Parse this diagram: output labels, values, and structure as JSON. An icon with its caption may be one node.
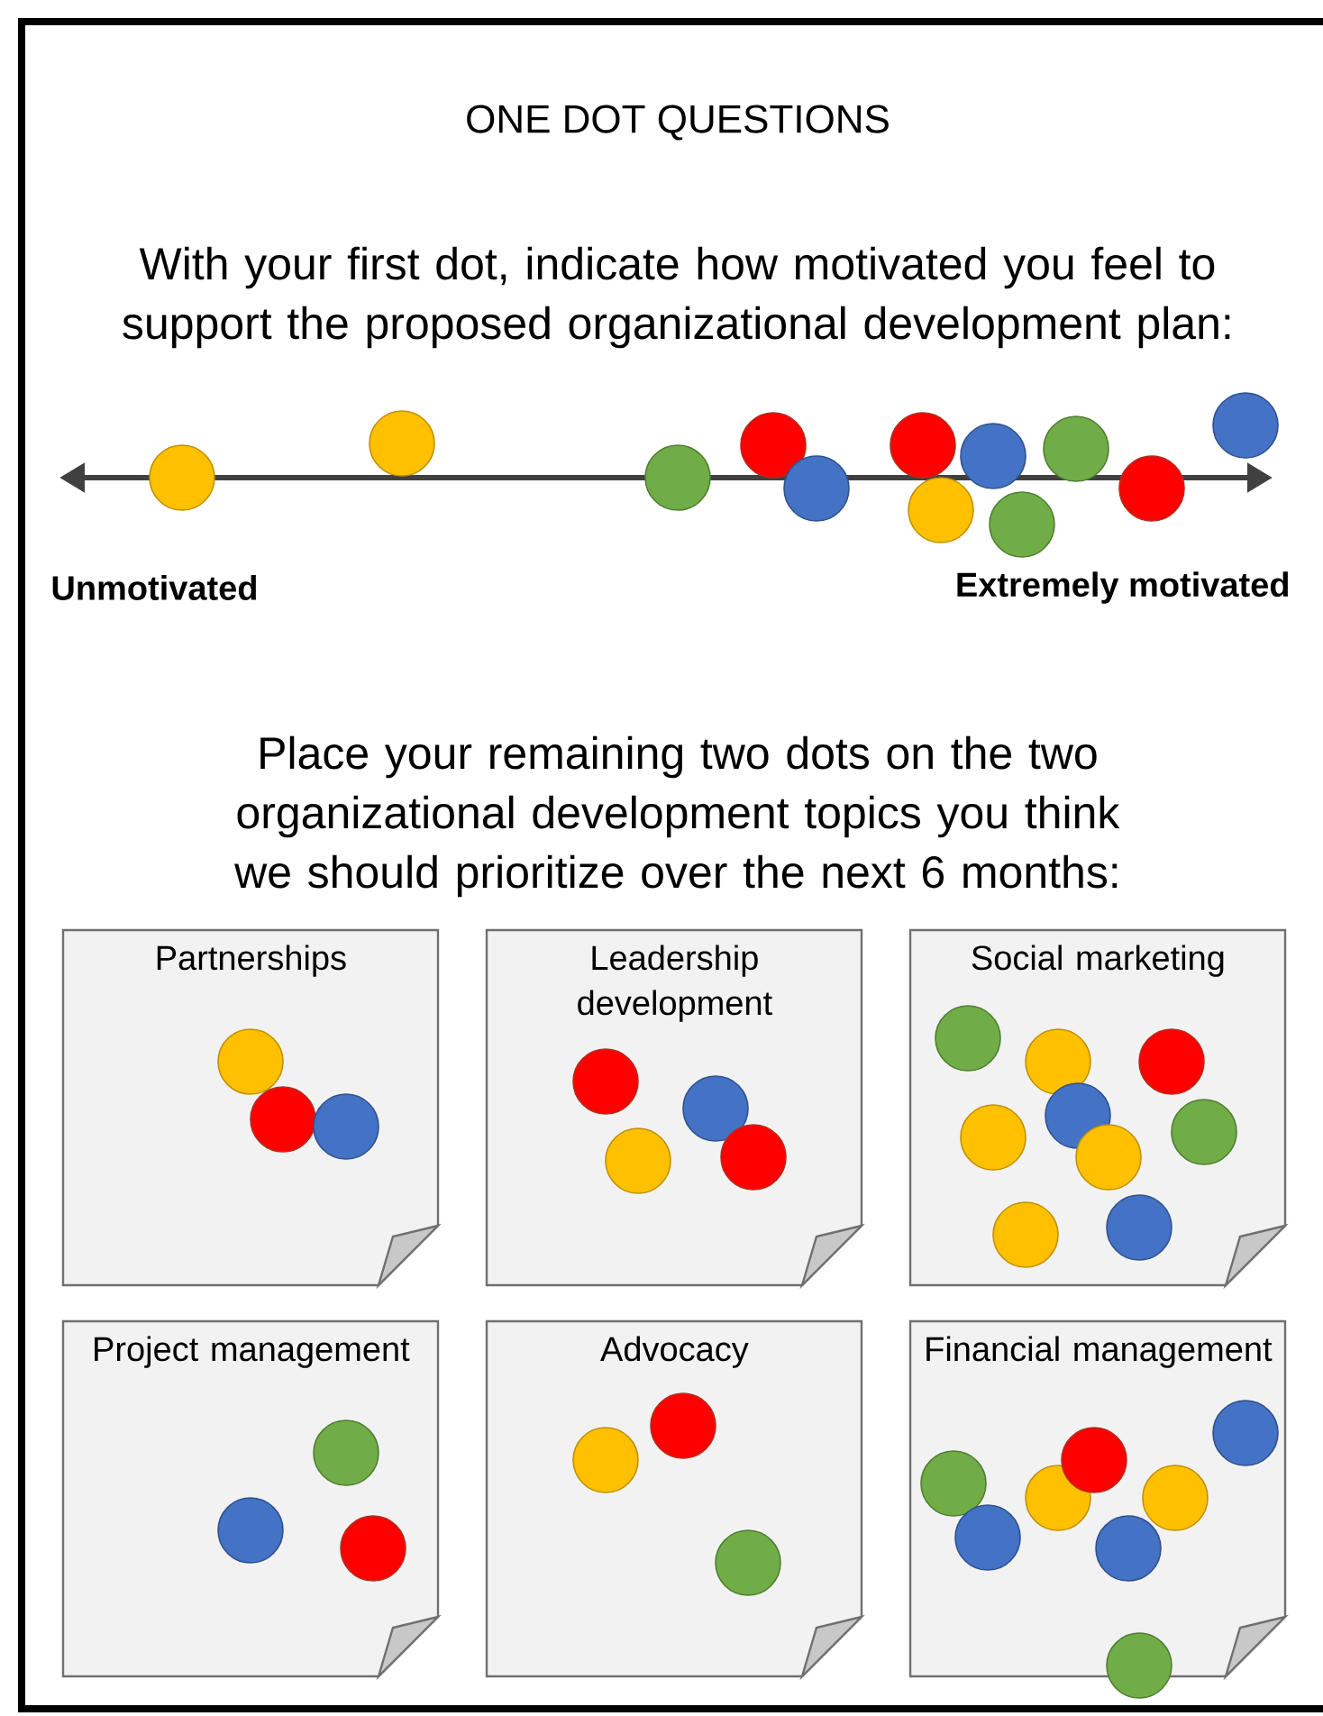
{
  "diagram": {
    "title": "ONE DOT QUESTIONS",
    "nodes": [
      {
        "text": [
          "Partnerships"
        ]
      },
      {
        "text": [
          "Leadership development"
        ]
      },
      {
        "text": [
          "Social marketing"
        ]
      },
      {
        "text": [
          "Project management"
        ]
      },
      {
        "text": [
          "Advocacy"
        ]
      },
      {
        "text": [
          "Financial management"
        ]
      }
    ],
    "labels": [
      "With your first dot, indicate how motivated you feel to support the proposed organizational development plan:",
      "Unmotivated",
      "Extremely motivated",
      "Place your remaining two dots on the two organizational development topics you think we should prioritize over the next 6 months:"
    ]
  }
}
